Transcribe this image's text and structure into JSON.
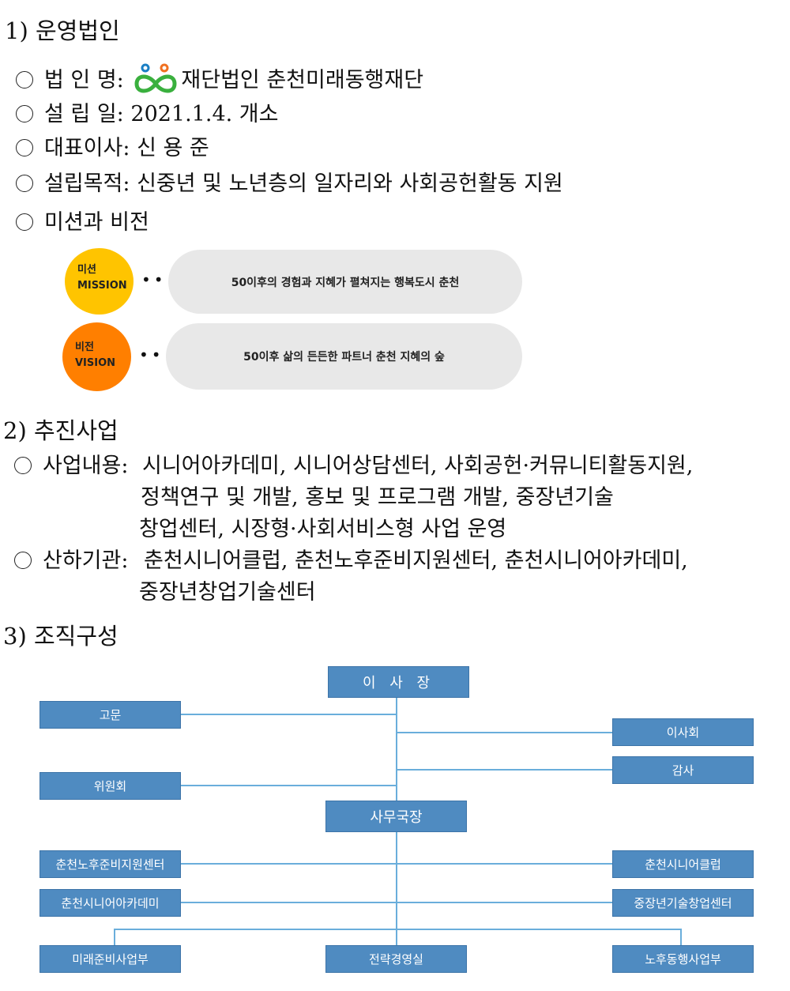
{
  "section1": {
    "title": "1) 운영법인",
    "items": [
      {
        "label": "법 인 명:",
        "value": "재단법인 춘천미래동행재단"
      },
      {
        "label": "설 립 일:",
        "value": "2021.1.4. 개소"
      },
      {
        "label": "대표이사:",
        "value": "신 용 준"
      },
      {
        "label": "설립목적:",
        "value": "신중년 및 노년층의 일자리와 사회공헌활동 지원"
      },
      {
        "label": "미션과 비전",
        "value": ""
      }
    ],
    "mission": {
      "label_ko": "미션",
      "label_en": "MISSION",
      "text": "50이후의 경험과 지혜가 펼쳐지는 행복도시 춘천",
      "color": "#ffc400"
    },
    "vision": {
      "label_ko": "비전",
      "label_en": "VISION",
      "text": "50이후 삶의 든든한 파트너 춘천 지혜의 숲",
      "color": "#ff7f00"
    }
  },
  "section2": {
    "title": "2) 추진사업",
    "business_label": "사업내용:",
    "business_lines": [
      "시니어아카데미, 시니어상담센터, 사회공헌·커뮤니티활동지원,",
      "정책연구 및 개발, 홍보 및 프로그램 개발, 중장년기술",
      "창업센터, 시장형·사회서비스형 사업 운영"
    ],
    "affiliates_label": "산하기관:",
    "affiliates_lines": [
      "춘천시니어클럽, 춘천노후준비지원센터, 춘천시니어아카데미,",
      "중장년창업기술센터"
    ]
  },
  "section3": {
    "title": "3) 조직구성",
    "org": {
      "chairman": "이 사 장",
      "advisor": "고문",
      "board": "이사회",
      "auditor": "감사",
      "committee": "위원회",
      "secretary_general": "사무국장",
      "left1": "춘천노후준비지원센터",
      "right1": "춘천시니어클럽",
      "left2": "춘천시니어아카데미",
      "right2": "중장년기술창업센터",
      "dept1": "미래준비사업부",
      "dept2": "전략경영실",
      "dept3": "노후동행사업부"
    }
  }
}
